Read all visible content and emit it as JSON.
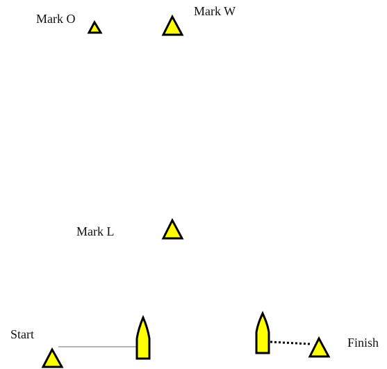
{
  "colors": {
    "background": "#ffffff",
    "mark_fill": "#ffff00",
    "stroke": "#000000",
    "start_line": "#8a8a8a"
  },
  "labels": {
    "mark_o": "Mark O",
    "mark_w": "Mark W",
    "mark_l": "Mark L",
    "start": "Start",
    "finish": "Finish"
  }
}
